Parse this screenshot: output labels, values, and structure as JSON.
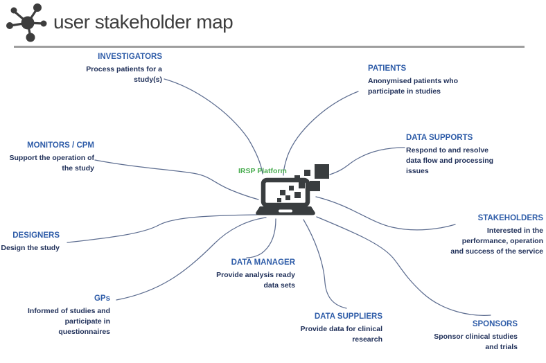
{
  "header": {
    "title": "user stakeholder map",
    "logo_icon": "network-molecule-icon"
  },
  "separator": {
    "color": "#9e9e9e"
  },
  "center": {
    "label": "IRSP Platform",
    "icon": "laptop-data-icon",
    "label_color": "#4aad51",
    "icon_color": "#393d3f"
  },
  "colors": {
    "heading_blue": "#2e5ca8",
    "body_navy": "#21315a",
    "curve_slate": "#5d6d90",
    "title_gray": "#3e3e3e"
  },
  "stakeholders": [
    {
      "id": "investigators",
      "label": "INVESTIGATORS",
      "desc_lines": [
        "Process patients for a",
        "study(s)"
      ]
    },
    {
      "id": "patients",
      "label": "PATIENTS",
      "desc_lines": [
        "Anonymised patients who",
        "participate in studies"
      ]
    },
    {
      "id": "monitors-cpm",
      "label": "MONITORS / CPM",
      "desc_lines": [
        "Support the operation of",
        "the study"
      ]
    },
    {
      "id": "data-supports",
      "label": "DATA SUPPORTS",
      "desc_lines": [
        "Respond to and resolve",
        "data flow and processing",
        "issues"
      ]
    },
    {
      "id": "stakeholders",
      "label": "STAKEHOLDERS",
      "desc_lines": [
        "Interested in the",
        "performance, operation",
        "and success of the service"
      ]
    },
    {
      "id": "designers",
      "label": "DESIGNERS",
      "desc_lines": [
        "Design the study"
      ]
    },
    {
      "id": "gps",
      "label": "GPs",
      "desc_lines": [
        "Informed of studies and",
        "participate in",
        "questionnaires"
      ]
    },
    {
      "id": "data-manager",
      "label": "DATA MANAGER",
      "desc_lines": [
        "Provide analysis ready",
        "data sets"
      ]
    },
    {
      "id": "data-suppliers",
      "label": "DATA SUPPLIERS",
      "desc_lines": [
        "Provide data for clinical",
        "research"
      ]
    },
    {
      "id": "sponsors",
      "label": "SPONSORS",
      "desc_lines": [
        "Sponsor clinical studies",
        "and trials"
      ]
    }
  ]
}
